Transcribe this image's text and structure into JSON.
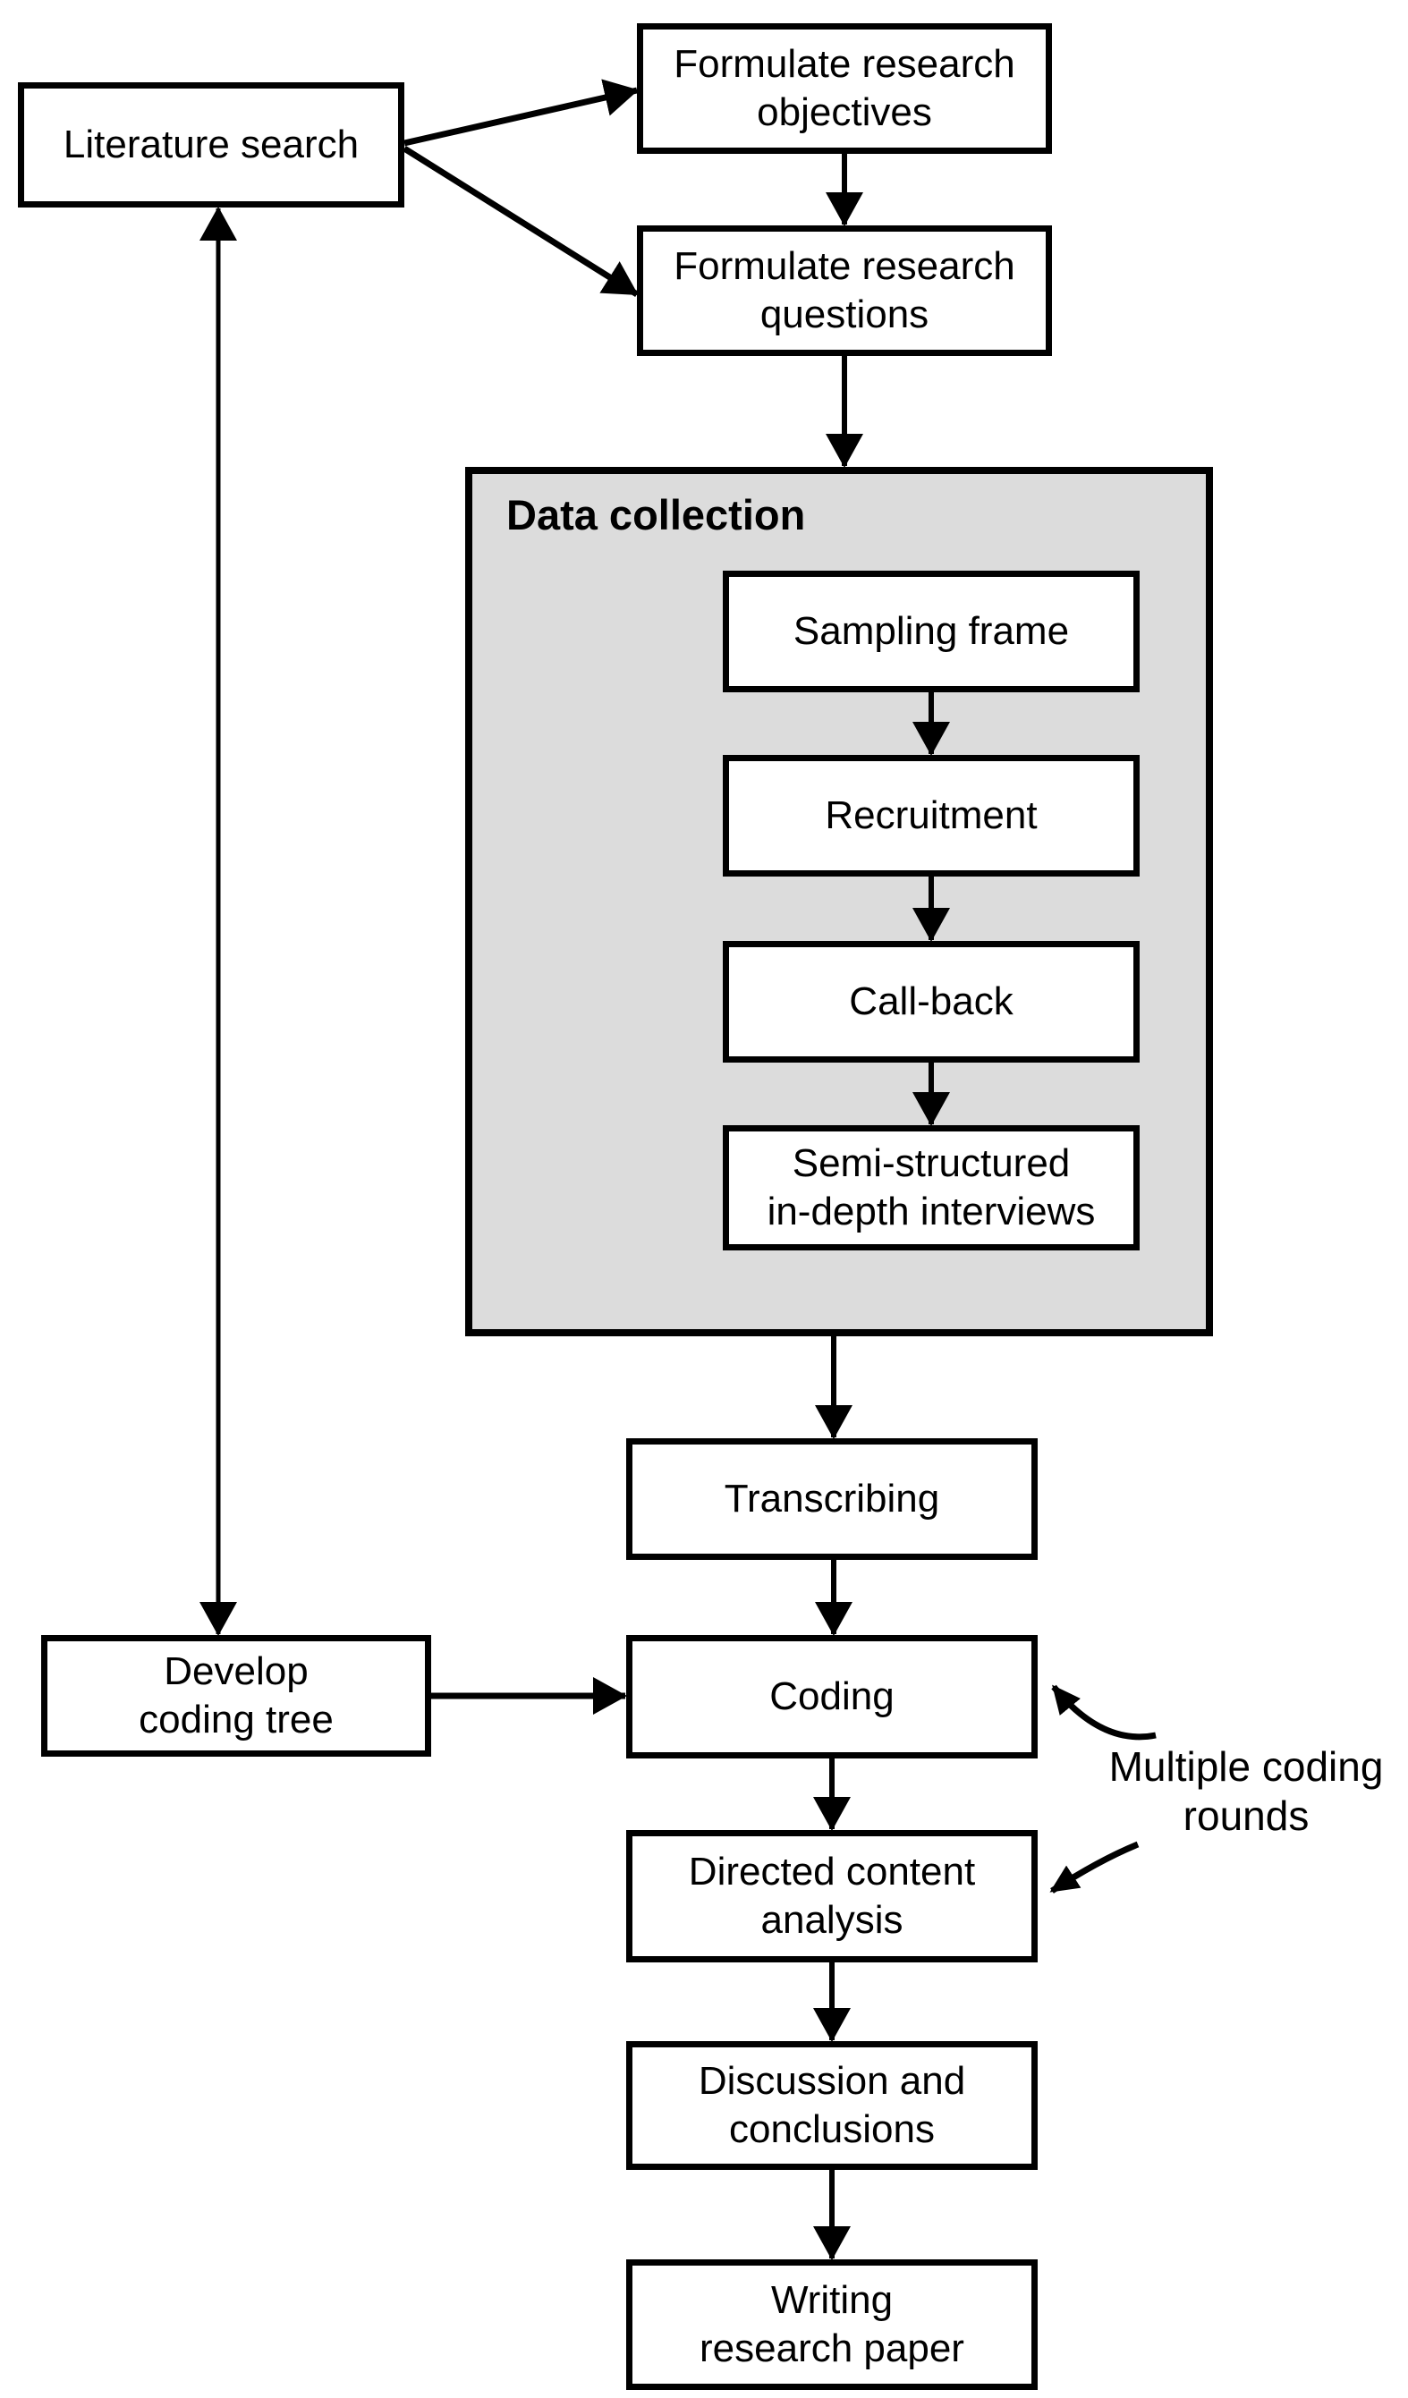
{
  "diagram": {
    "type": "flowchart",
    "colors": {
      "background": "#ffffff",
      "node_fill": "#ffffff",
      "border": "#000000",
      "group_fill": "#dcdcdc",
      "text": "#000000",
      "line": "#000000"
    },
    "nodes": {
      "literature_search": {
        "label": "Literature search",
        "lines": [
          "Literature search"
        ]
      },
      "formulate_objectives": {
        "label": "Formulate research objectives",
        "lines": [
          "Formulate research",
          "objectives"
        ]
      },
      "formulate_questions": {
        "label": "Formulate research questions",
        "lines": [
          "Formulate research",
          "questions"
        ]
      },
      "data_collection": {
        "label": "Data collection",
        "lines": [
          "Data collection"
        ]
      },
      "sampling_frame": {
        "label": "Sampling frame",
        "lines": [
          "Sampling frame"
        ]
      },
      "recruitment": {
        "label": "Recruitment",
        "lines": [
          "Recruitment"
        ]
      },
      "call_back": {
        "label": "Call-back",
        "lines": [
          "Call-back"
        ]
      },
      "semi_structured": {
        "label": "Semi-structured in-depth interviews",
        "lines": [
          "Semi-structured",
          "in-depth interviews"
        ]
      },
      "transcribing": {
        "label": "Transcribing",
        "lines": [
          "Transcribing"
        ]
      },
      "develop_coding_tree": {
        "label": "Develop coding tree",
        "lines": [
          "Develop",
          "coding tree"
        ]
      },
      "coding": {
        "label": "Coding",
        "lines": [
          "Coding"
        ]
      },
      "directed_content_analysis": {
        "label": "Directed content analysis",
        "lines": [
          "Directed content",
          "analysis"
        ]
      },
      "discussion_conclusions": {
        "label": "Discussion and conclusions",
        "lines": [
          "Discussion and",
          "conclusions"
        ]
      },
      "writing_research_paper": {
        "label": "Writing research paper",
        "lines": [
          "Writing",
          "research paper"
        ]
      },
      "multiple_coding_rounds": {
        "label": "Multiple coding rounds",
        "lines": [
          "Multiple coding",
          "rounds"
        ]
      }
    },
    "edges": [
      {
        "from": "literature_search",
        "to": "formulate_objectives",
        "style": "arrow"
      },
      {
        "from": "literature_search",
        "to": "formulate_questions",
        "style": "arrow"
      },
      {
        "from": "formulate_objectives",
        "to": "formulate_questions",
        "style": "arrow"
      },
      {
        "from": "formulate_questions",
        "to": "data_collection",
        "style": "arrow"
      },
      {
        "from": "sampling_frame",
        "to": "recruitment",
        "style": "arrow"
      },
      {
        "from": "recruitment",
        "to": "call_back",
        "style": "arrow"
      },
      {
        "from": "call_back",
        "to": "semi_structured",
        "style": "arrow"
      },
      {
        "from": "data_collection",
        "to": "transcribing",
        "style": "arrow"
      },
      {
        "from": "transcribing",
        "to": "coding",
        "style": "arrow"
      },
      {
        "from": "literature_search",
        "to": "develop_coding_tree",
        "style": "double-arrow"
      },
      {
        "from": "develop_coding_tree",
        "to": "coding",
        "style": "arrow"
      },
      {
        "from": "coding",
        "to": "directed_content_analysis",
        "style": "arrow"
      },
      {
        "from": "multiple_coding_rounds",
        "to": "coding",
        "style": "curved-arrow"
      },
      {
        "from": "multiple_coding_rounds",
        "to": "directed_content_analysis",
        "style": "curved-arrow"
      },
      {
        "from": "directed_content_analysis",
        "to": "discussion_conclusions",
        "style": "arrow"
      },
      {
        "from": "discussion_conclusions",
        "to": "writing_research_paper",
        "style": "arrow"
      }
    ]
  }
}
